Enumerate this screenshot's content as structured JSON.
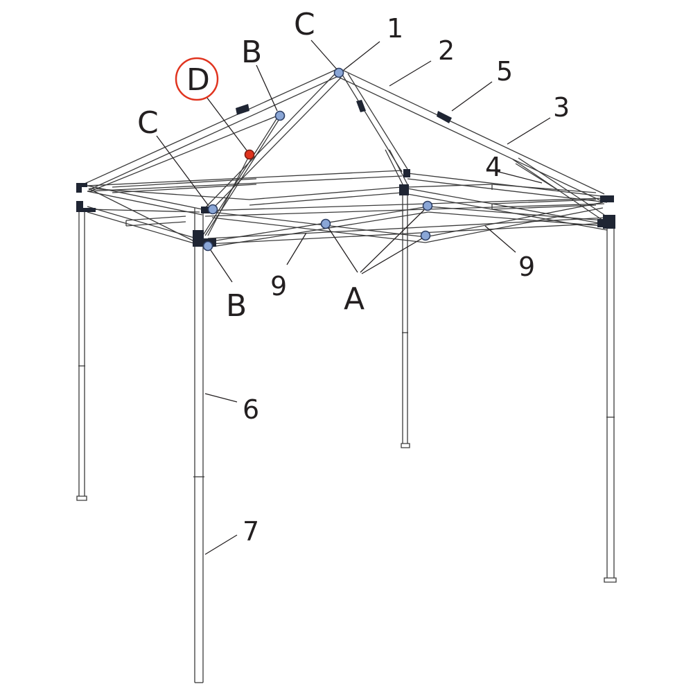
{
  "labels": {
    "c_top": "C",
    "c_left": "C",
    "b_top": "B",
    "b_bottom": "B",
    "d": "D",
    "a": "A",
    "n1": "1",
    "n2": "2",
    "n3": "3",
    "n4": "4",
    "n5": "5",
    "n6": "6",
    "n7": "7",
    "n9_left": "9",
    "n9_right": "9"
  },
  "colors": {
    "pin_fill": "#8aa6d6",
    "highlight_pin_fill": "#e0341f",
    "highlight_ring": "#e0341f",
    "connector": "#1f2533"
  }
}
